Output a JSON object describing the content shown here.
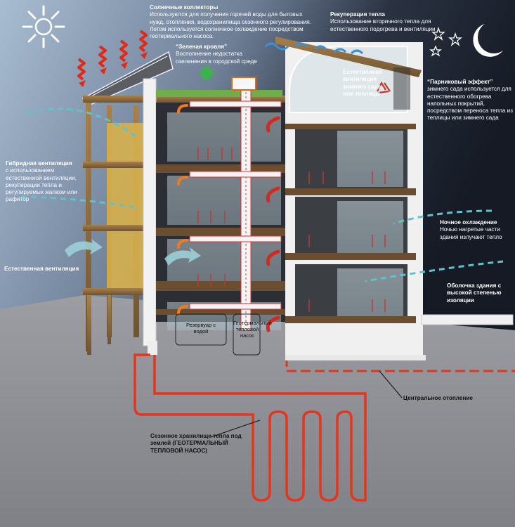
{
  "labels": {
    "solar": {
      "title": "Солнечные коллекторы",
      "text": "Используются для получения горячей воды для бытовых нужд, отопления, водохранилища сезонного регулирования. Летом используется солнечное охлаждение посредством геотермального насоса."
    },
    "green_roof": {
      "title": "“Зеленая кровля”",
      "text": "Восполнение недостатка озеленения в городской среде"
    },
    "heat_recovery": {
      "title": "Рекуперация тепла",
      "text": "Использование вторичного тепла для естественного подогрева и вентиляции"
    },
    "natural_vent_garden": {
      "title": "Естественная вентиляция зимнего сада или теплицы"
    },
    "greenhouse": {
      "title": "“Парниковый эффект”",
      "text": "зимнего сада используется для естественного обогрева напольных покрытий, посредством переноса тепла из теплицы или зимнего сада"
    },
    "hybrid_vent": {
      "title": "Гибридная вентиляция",
      "text": "с использованием естественной вентиляции, рекуперации тепла и регулируемых жалюзи или рафитор"
    },
    "natural_vent": {
      "title": "Естественная вентиляция"
    },
    "night_cooling": {
      "title": "Ночное охлаждение",
      "text": "Ночью нагретые части здания излучают тепло"
    },
    "envelope": {
      "title": "Оболочка здания с высокой степенью изоляции"
    },
    "central_heating": {
      "title": "Центральное отопление"
    },
    "seasonal_storage": {
      "title": "Сезонное хранилище тепла под землей (ГЕОТЕРМАЛЬНЫЙ ТЕПЛОВОЙ НАСОС)"
    },
    "water_tank": {
      "title": "Резервуар с водой"
    },
    "heat_pump": {
      "title": "Геотермальный тепловой насос"
    }
  },
  "colors": {
    "sky_day": "#9fb4cc",
    "sky_night": "#1c2330",
    "ground": "#8e9095",
    "heat": "#e8341c",
    "cool_arrow": "#5fc3c9",
    "warm_arrow": "#f07a1e",
    "timber": "#8a6a3e"
  },
  "icons": [
    "sun-icon",
    "moon-icon",
    "star-icon",
    "recycle-icon",
    "leaf-icon"
  ]
}
